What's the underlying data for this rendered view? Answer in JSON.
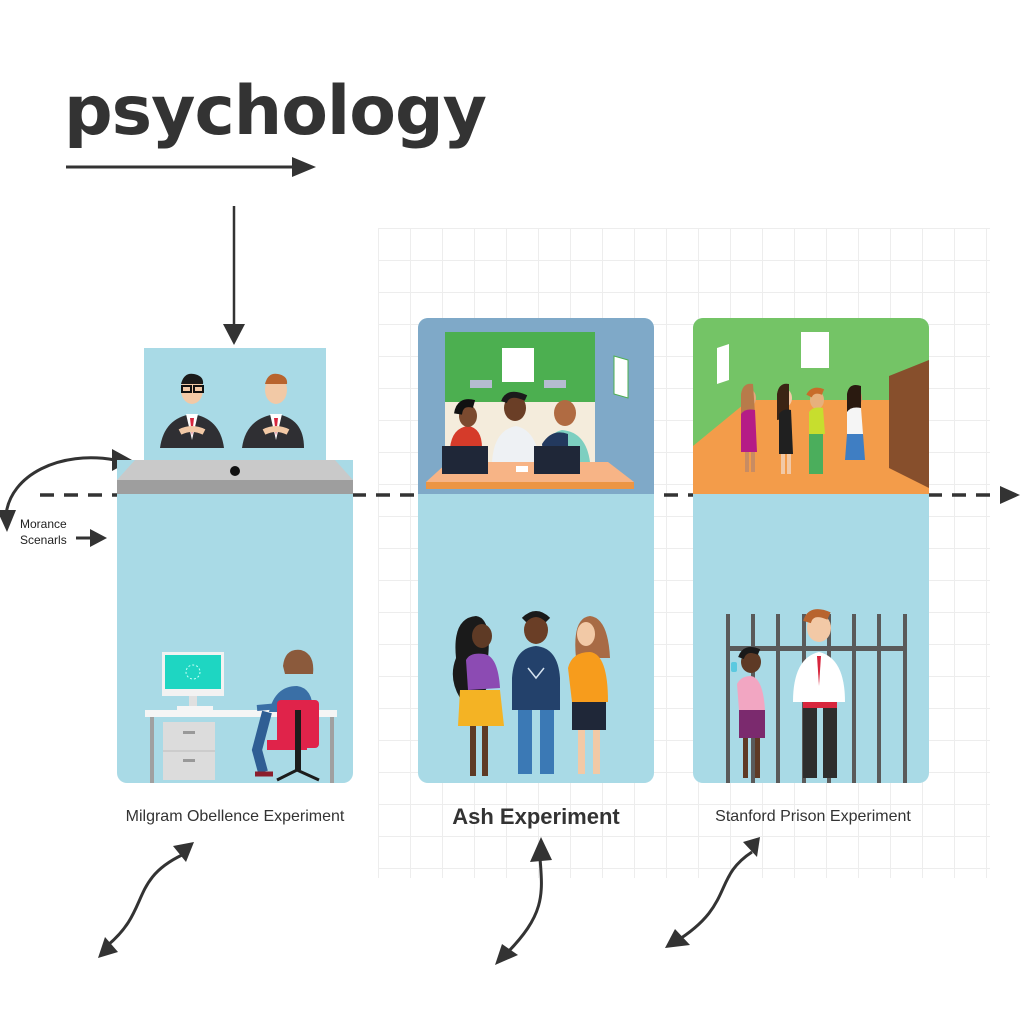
{
  "title": "psychology",
  "side_label": {
    "line1": "Morance",
    "line2": "Scenarls"
  },
  "experiments": [
    {
      "id": "milgram",
      "caption": "Milgram Obellence Experiment",
      "caption_weight": "normal"
    },
    {
      "id": "ash",
      "caption": "Ash Experiment",
      "caption_weight": "bold"
    },
    {
      "id": "stanford",
      "caption": "Stanford Prison Experiment",
      "caption_weight": "normal"
    }
  ],
  "icons": {
    "title_arrow": "arrow-right-icon",
    "down_arrow": "arrow-down-icon",
    "timeline": "dashed-arrow-right-icon",
    "curved_arrows": "double-headed-curved-arrow-icon"
  },
  "colors": {
    "ink": "#333333",
    "panel_blue": "#a9dae6",
    "green_wall": "#4caf50",
    "orange_floor": "#f39c4a",
    "red_tie": "#d7263d"
  }
}
